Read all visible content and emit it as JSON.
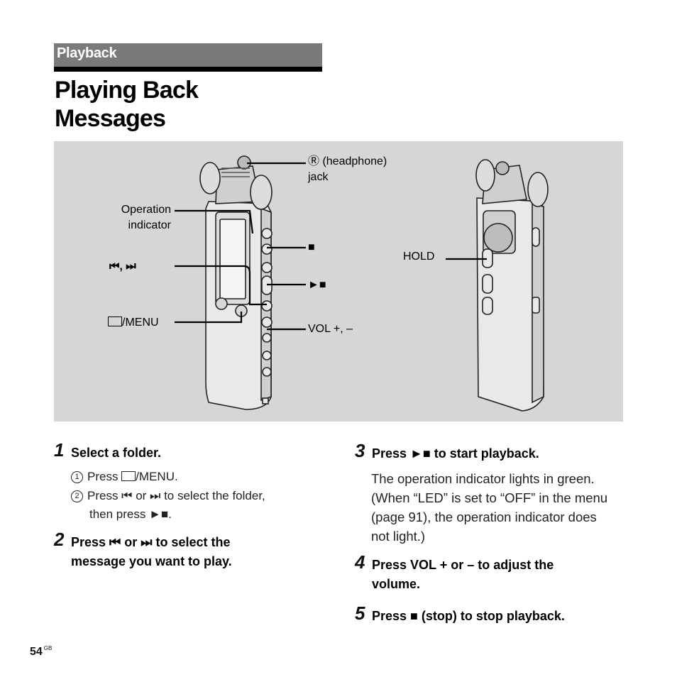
{
  "section": {
    "label": "Playback"
  },
  "page_title": {
    "line1": "Playing Back",
    "line2": "Messages"
  },
  "figure": {
    "labels": {
      "headphone_jack_line1": "(headphone)",
      "headphone_jack_line2": "jack",
      "operation_indicator_line1": "Operation",
      "operation_indicator_line2": "indicator",
      "stop": "■",
      "prev_next": "⏮, ⏭",
      "play_stop": "►■",
      "folder_menu": "/MENU",
      "vol": "VOL +, –",
      "hold": "HOLD"
    }
  },
  "steps": [
    {
      "num": "1",
      "text": "Select a folder."
    },
    {
      "num": "2",
      "line1": "Press ⏮ or ⏭ to select the",
      "line2": "message you want to play."
    },
    {
      "num": "3",
      "text": "Press ►■ to start playback."
    },
    {
      "num": "4",
      "line1": "Press VOL + or – to adjust the",
      "line2": "volume."
    },
    {
      "num": "5",
      "text": "Press ■ (stop) to stop playback."
    }
  ],
  "substeps": {
    "a_mark": "1",
    "a_text": "Press",
    "a_suffix": "/MENU.",
    "b_mark": "2",
    "b_line1": "Press ⏮  or ⏭ to select the folder,",
    "b_line2": "then press ►■."
  },
  "step3_body": {
    "line1": "The operation indicator lights in green.",
    "line2": "(When “LED” is set to “OFF” in the menu",
    "line3": "(page 91), the operation indicator does",
    "line4": "not light.)"
  },
  "footer": {
    "page_number": "54",
    "suffix": "GB"
  }
}
